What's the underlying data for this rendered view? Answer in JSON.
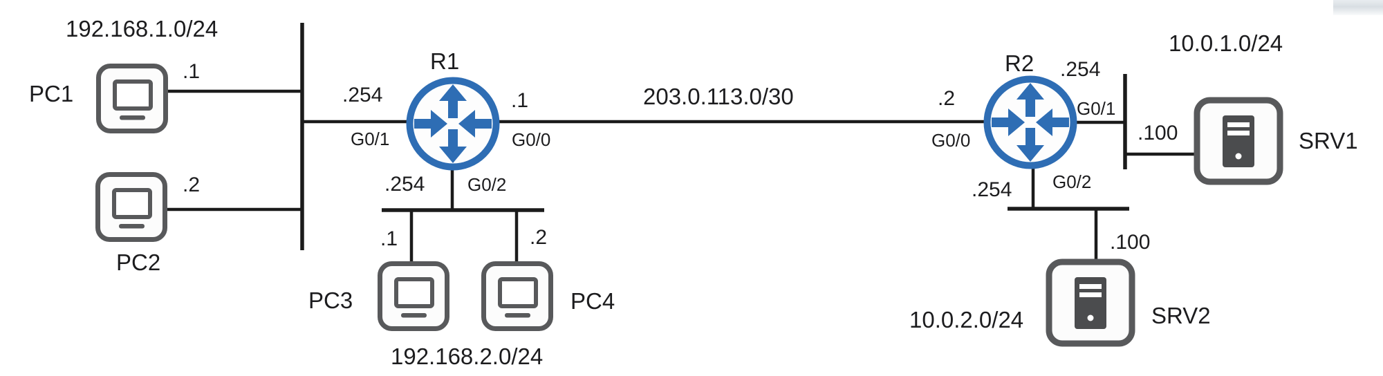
{
  "colors": {
    "router_blue": "#2e6db4",
    "device_gray": "#58595b",
    "tower_gray": "#4b4c4e",
    "line_black": "#1b1b1b",
    "text": "#1c1c1e"
  },
  "networks": {
    "lan1": "192.168.1.0/24",
    "lan2": "192.168.2.0/24",
    "wan": "203.0.113.0/30",
    "srv1net": "10.0.1.0/24",
    "srv2net": "10.0.2.0/24"
  },
  "devices": {
    "pc1": {
      "name": "PC1",
      "ip": ".1"
    },
    "pc2": {
      "name": "PC2",
      "ip": ".2"
    },
    "pc3": {
      "name": "PC3",
      "ip": ".1"
    },
    "pc4": {
      "name": "PC4",
      "ip": ".2"
    },
    "srv1": {
      "name": "SRV1",
      "ip": ".100"
    },
    "srv2": {
      "name": "SRV2",
      "ip": ".100"
    }
  },
  "routers": {
    "r1": {
      "name": "R1",
      "interfaces": {
        "g00": {
          "label": "G0/0",
          "ip": ".1"
        },
        "g01": {
          "label": "G0/1",
          "ip": ".254"
        },
        "g02": {
          "label": "G0/2",
          "ip": ".254"
        }
      }
    },
    "r2": {
      "name": "R2",
      "interfaces": {
        "g00": {
          "label": "G0/0",
          "ip": ".2"
        },
        "g01": {
          "label": "G0/1",
          "ip": ".254"
        },
        "g02": {
          "label": "G0/2",
          "ip": ".254"
        }
      }
    }
  }
}
